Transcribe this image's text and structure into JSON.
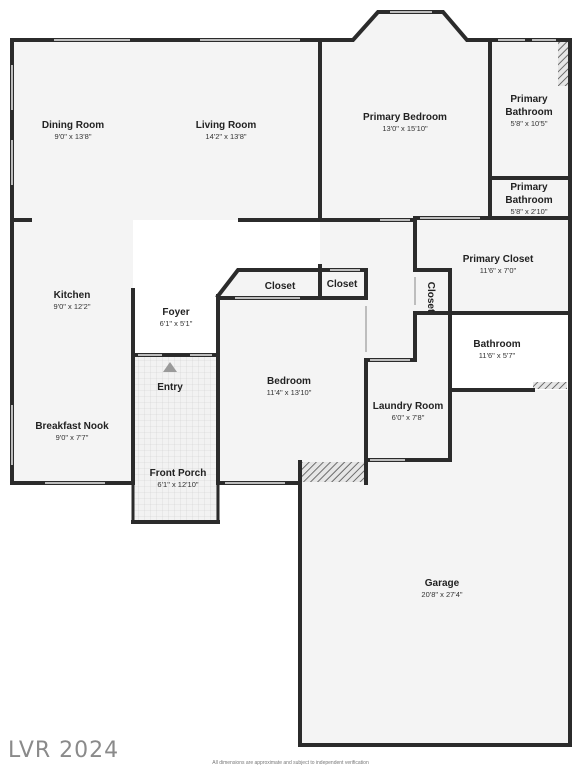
{
  "rooms": [
    {
      "key": "dining",
      "name": "Dining Room",
      "dims": "9'0\" x 13'8\""
    },
    {
      "key": "living",
      "name": "Living Room",
      "dims": "14'2\" x 13'8\""
    },
    {
      "key": "primary_bedroom",
      "name": "Primary Bedroom",
      "dims": "13'0\" x 15'10\""
    },
    {
      "key": "primary_bath_1",
      "name_lines": [
        "Primary",
        "Bathroom"
      ],
      "dims": "5'8\" x 10'5\""
    },
    {
      "key": "primary_bath_2",
      "name_lines": [
        "Primary",
        "Bathroom"
      ],
      "dims": "5'8\" x 2'10\""
    },
    {
      "key": "primary_closet",
      "name": "Primary Closet",
      "dims": "11'6\" x 7'0\""
    },
    {
      "key": "kitchen",
      "name": "Kitchen",
      "dims": "9'0\" x 12'2\""
    },
    {
      "key": "foyer",
      "name": "Foyer",
      "dims": "6'1\" x 5'1\""
    },
    {
      "key": "closet_a",
      "name": "Closet"
    },
    {
      "key": "closet_b",
      "name": "Closet"
    },
    {
      "key": "closet_c",
      "name": "Closet"
    },
    {
      "key": "bathroom",
      "name": "Bathroom",
      "dims": "11'6\" x 5'7\""
    },
    {
      "key": "entry",
      "name": "Entry"
    },
    {
      "key": "bedroom",
      "name": "Bedroom",
      "dims": "11'4\" x 13'10\""
    },
    {
      "key": "laundry",
      "name": "Laundry Room",
      "dims": "6'0\" x 7'8\""
    },
    {
      "key": "breakfast",
      "name": "Breakfast Nook",
      "dims": "9'0\" x 7'7\""
    },
    {
      "key": "front_porch",
      "name": "Front Porch",
      "dims": "6'1\" x 12'10\""
    },
    {
      "key": "garage",
      "name": "Garage",
      "dims": "20'8\" x 27'4\""
    }
  ],
  "watermark": "LVR 2024",
  "disclaimer": "All dimensions are approximate and subject to independent verification"
}
